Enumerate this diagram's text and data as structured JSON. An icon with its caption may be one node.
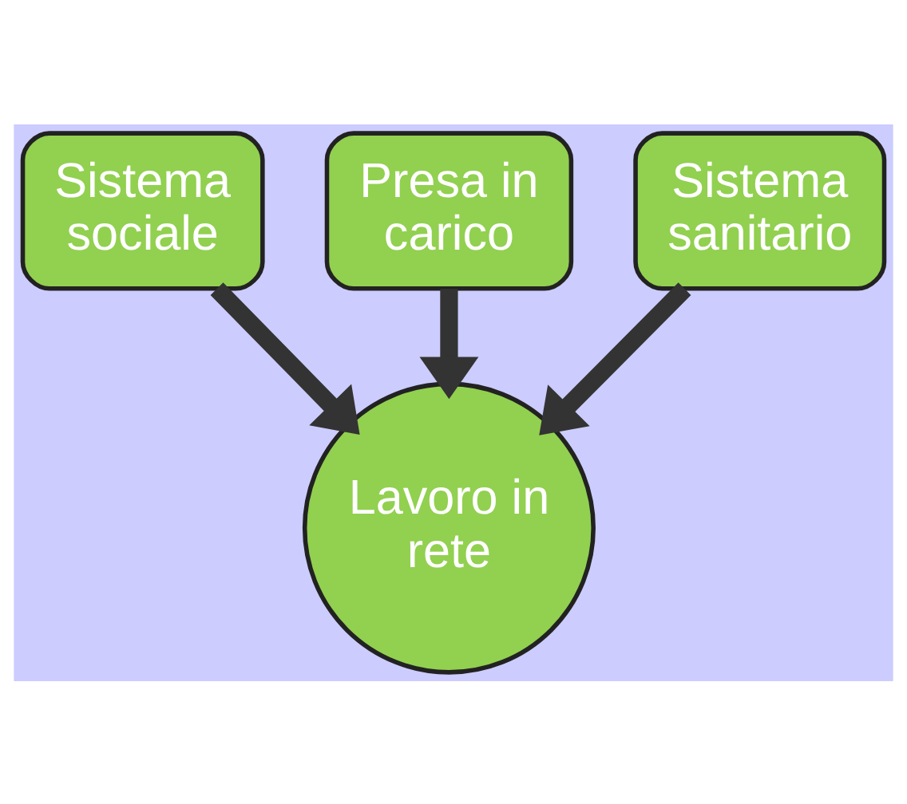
{
  "diagram": {
    "nodes": [
      {
        "text": [
          "Sistema sociale"
        ]
      },
      {
        "text": [
          "Presa in carico"
        ]
      },
      {
        "text": [
          "Sistema sanitario"
        ]
      },
      {
        "text": [
          "Lavoro in rete"
        ]
      }
    ],
    "edges": [
      {
        "from": 0,
        "to": 3,
        "arrow": "to"
      },
      {
        "from": 1,
        "to": 3,
        "arrow": "to"
      },
      {
        "from": 2,
        "to": 3,
        "arrow": "to"
      }
    ]
  }
}
